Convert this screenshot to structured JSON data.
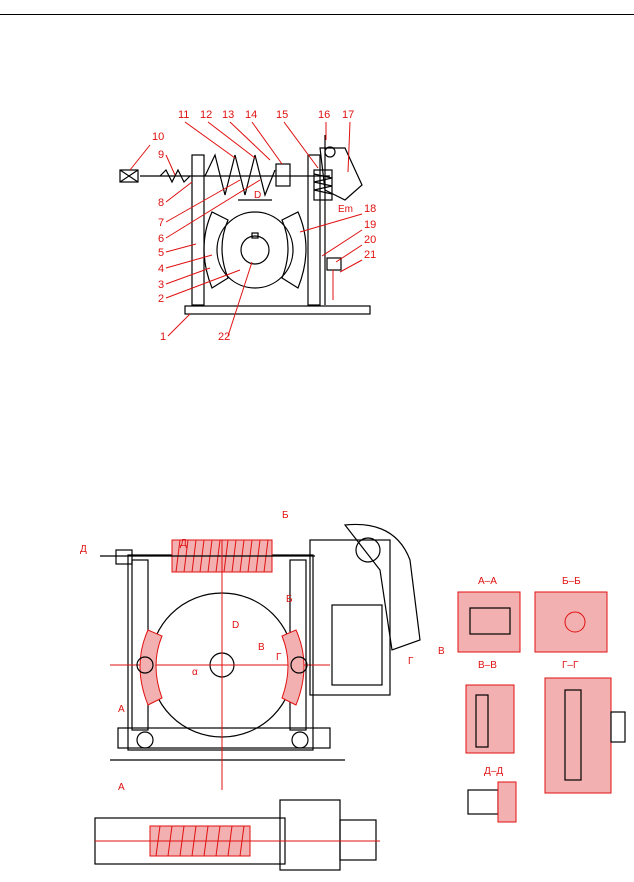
{
  "diagram1": {
    "labels": [
      "1",
      "2",
      "3",
      "4",
      "5",
      "6",
      "7",
      "8",
      "9",
      "10",
      "11",
      "12",
      "13",
      "14",
      "15",
      "16",
      "17",
      "18",
      "19",
      "20",
      "21",
      "22"
    ],
    "dim_D": "D",
    "dim_em": "Em"
  },
  "diagram2": {
    "section_marks": [
      "Д",
      "Д",
      "Б",
      "Б",
      "А",
      "А",
      "В",
      "В",
      "Г",
      "Г"
    ],
    "sections": [
      "А–А",
      "Б–Б",
      "В–В",
      "Г–Г",
      "Д–Д"
    ],
    "dim_alpha": "α",
    "dim_D": "D"
  }
}
